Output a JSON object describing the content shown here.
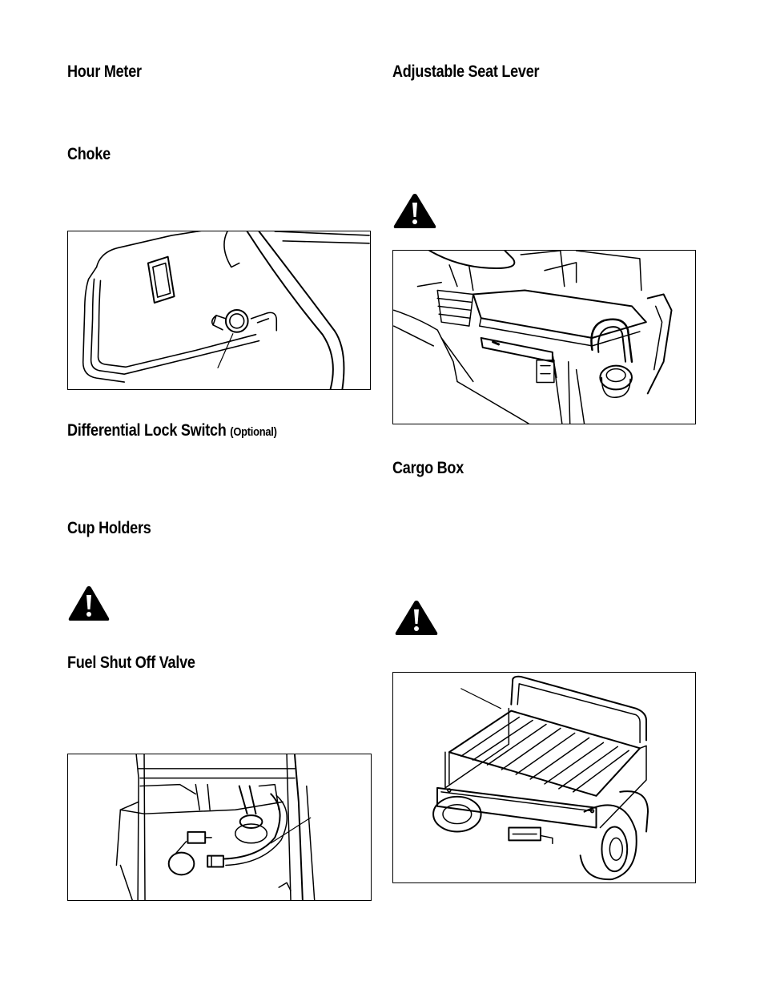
{
  "left_column": {
    "hour_meter": "Hour Meter",
    "choke": "Choke",
    "differential_lock": "Differential Lock Switch",
    "differential_lock_note": "(Optional)",
    "cup_holders": "Cup Holders",
    "fuel_shut_off": "Fuel Shut Off Valve"
  },
  "right_column": {
    "adjustable_seat": "Adjustable Seat Lever",
    "cargo_box": "Cargo Box"
  },
  "icons": {
    "warning": "warning-triangle-icon"
  },
  "colors": {
    "ink": "#000000",
    "paper": "#ffffff"
  }
}
